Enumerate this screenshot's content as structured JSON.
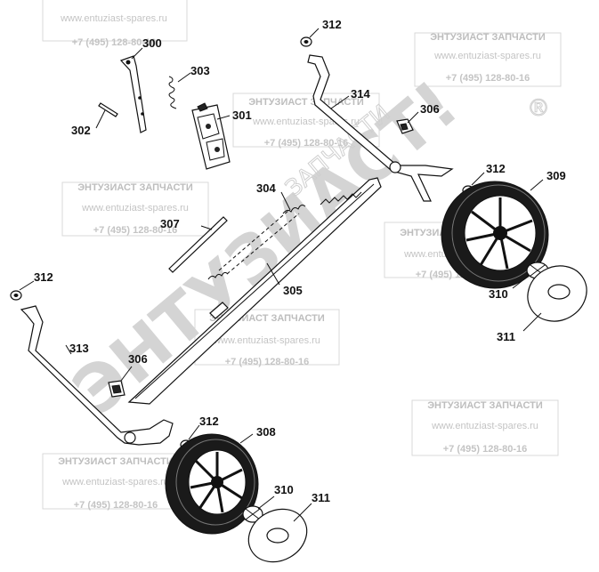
{
  "watermark": {
    "title": "ЭНТУЗИАСТ ЗАПЧАСТИ",
    "url": "www.entuziast-spares.ru",
    "phone": "+7 (495) 128-80-16",
    "big_text": "ЭНТУЗИАСТ!",
    "small_text": "ЗАПЧАСТИ",
    "registered": "®"
  },
  "parts": {
    "p300": "300",
    "p301": "301",
    "p302": "302",
    "p303": "303",
    "p304": "304",
    "p305": "305",
    "p306a": "306",
    "p306b": "306",
    "p307": "307",
    "p308": "308",
    "p309": "309",
    "p310a": "310",
    "p310b": "310",
    "p311a": "311",
    "p311b": "311",
    "p312a": "312",
    "p312b": "312",
    "p312c": "312",
    "p312d": "312",
    "p313": "313",
    "p314": "314"
  }
}
